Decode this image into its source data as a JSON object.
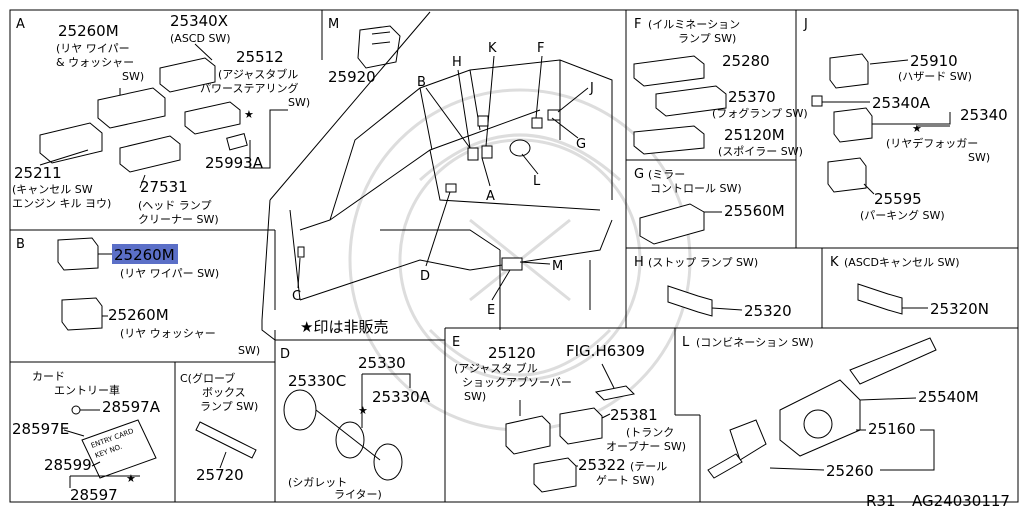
{
  "sections": {
    "A": {
      "letter": "A",
      "p25260M": "25260M",
      "d25260M_1": "(リヤ ワイパー",
      "d25260M_2": "& ウォッシャー",
      "d25260M_3": "SW)",
      "p25340X": "25340X",
      "d25340X": "(ASCD SW)",
      "p25512": "25512",
      "d25512_1": "(アジャスタブル",
      "d25512_2": "パワーステアリング",
      "d25512_3": "SW)",
      "p25211": "25211",
      "d25211_1": "(キャンセル SW",
      "d25211_2": "エンジン キル ヨウ)",
      "p27531": "27531",
      "d27531_1": "(ヘッド ランプ",
      "d27531_2": "クリーナー SW)",
      "p25993A": "25993A"
    },
    "M": {
      "letter": "M",
      "p25920": "25920"
    },
    "F": {
      "letter": "F",
      "title_1": "(イルミネーション",
      "title_2": "ランプ SW)",
      "p25280": "25280",
      "p25370": "25370",
      "d25370": "(フォグランプ SW)",
      "p25120M": "25120M",
      "d25120M": "(スポイラー SW)"
    },
    "J": {
      "letter": "J",
      "p25910": "25910",
      "d25910": "(ハザード SW)",
      "p25340A": "25340A",
      "p25340": "25340",
      "d25340_1": "(リヤデフォッガー",
      "d25340_2": "SW)",
      "p25595": "25595",
      "d25595": "(パーキング SW)"
    },
    "G": {
      "letter": "G",
      "title_1": "(ミラー",
      "title_2": "コントロール SW)",
      "p25560M": "25560M"
    },
    "B": {
      "letter": "B",
      "p25260M_a": "25260M",
      "d_a": "(リヤ ワイパー SW)",
      "p25260M_b": "25260M",
      "d_b_1": "(リヤ ウォッシャー",
      "d_b_2": "SW)"
    },
    "H": {
      "letter": "H",
      "title": "(ストップ ランプ SW)",
      "p25320": "25320"
    },
    "K": {
      "letter": "K",
      "title": "(ASCDキャンセル SW)",
      "p25320N": "25320N"
    },
    "card": {
      "title_1": "カード",
      "title_2": "エントリー車",
      "p28597A": "28597A",
      "p28597E": "28597E",
      "p28599": "28599",
      "p28597": "28597",
      "card_1": "ENTRY CARD",
      "card_2": "KEY NO."
    },
    "C": {
      "letter": "C",
      "title_1": "C(グローブ",
      "title_2": "ボックス",
      "title_3": "ランプ SW)",
      "p25720": "25720"
    },
    "D": {
      "letter": "D",
      "p25330": "25330",
      "p25330C": "25330C",
      "p25330A": "25330A",
      "d_1": "(シガレット",
      "d_2": "ライター)"
    },
    "E": {
      "letter": "E",
      "p25120": "25120",
      "d25120_1": "(アジャスタ ブル",
      "d25120_2": "ショックアブソーバー",
      "d25120_3": "SW)",
      "fig": "FIG.H6309",
      "p25381": "25381",
      "d25381_1": "(トランク",
      "d25381_2": "オープナー SW)",
      "p25322": "25322",
      "d25322_1": "(テール",
      "d25322_2": "ゲート SW)"
    },
    "L": {
      "letter": "L",
      "title": "(コンビネーション SW)",
      "p25540M": "25540M",
      "p25160": "25160",
      "p25260": "25260"
    }
  },
  "center": {
    "labels": [
      "B",
      "H",
      "K",
      "F",
      "J",
      "G",
      "L",
      "A",
      "C",
      "D",
      "M",
      "E"
    ],
    "not_sold": "★印は非販売",
    "star": "★"
  },
  "footer": {
    "left": "R31",
    "right": "AG24030117"
  }
}
